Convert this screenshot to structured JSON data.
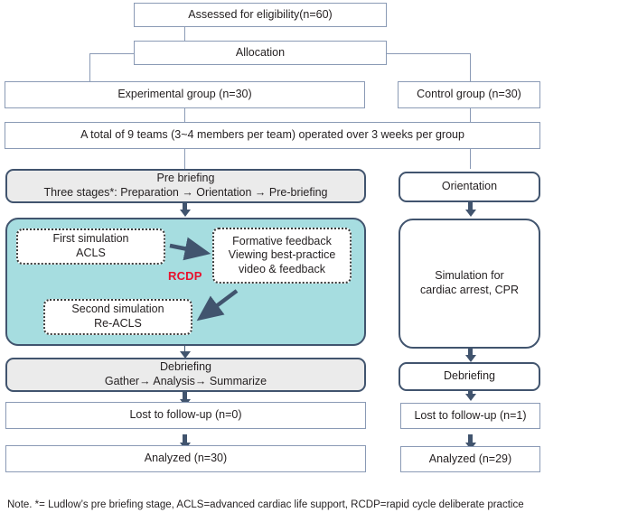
{
  "diagram": {
    "title_box": {
      "label": "Assessed for eligibility(n=60)"
    },
    "allocation_box": {
      "label": "Allocation"
    },
    "groups": {
      "experimental": "Experimental group (n=30)",
      "control": "Control group (n=30)"
    },
    "teams_box": "A total of 9 teams (3~4 members per team) operated over 3 weeks per group",
    "left_column": {
      "pre_briefing_line1": "Pre briefing",
      "pre_briefing_line2": "Three stages*: Preparation → Orientation → Pre-briefing",
      "rcdp_label": "RCDP",
      "first_sim_line1": "First simulation",
      "first_sim_line2": "ACLS",
      "formative_line1": "Formative feedback",
      "formative_line2": "Viewing best-practice",
      "formative_line3": "video & feedback",
      "second_sim_line1": "Second simulation",
      "second_sim_line2": "Re-ACLS",
      "debriefing_line1": "Debriefing",
      "debriefing_line2": "Gather→ Analysis→ Summarize",
      "lost_followup": "Lost to follow-up (n=0)",
      "analyzed": "Analyzed (n=30)"
    },
    "right_column": {
      "orientation": "Orientation",
      "simulation_line1": "Simulation for",
      "simulation_line2": "cardiac arrest, CPR",
      "debriefing": "Debriefing",
      "lost_followup": "Lost to follow-up (n=1)",
      "analyzed": "Analyzed (n=29)"
    },
    "note": "Note. *= Ludlow’s pre briefing stage, ACLS=advanced cardiac life support, RCDP=rapid cycle deliberate practice",
    "colors": {
      "teal_fill": "#a6dde0",
      "gray_fill": "#ebebeb",
      "thick_border": "#41546e",
      "thin_border": "#8a9ab5",
      "accent_red": "#e8112d"
    }
  }
}
